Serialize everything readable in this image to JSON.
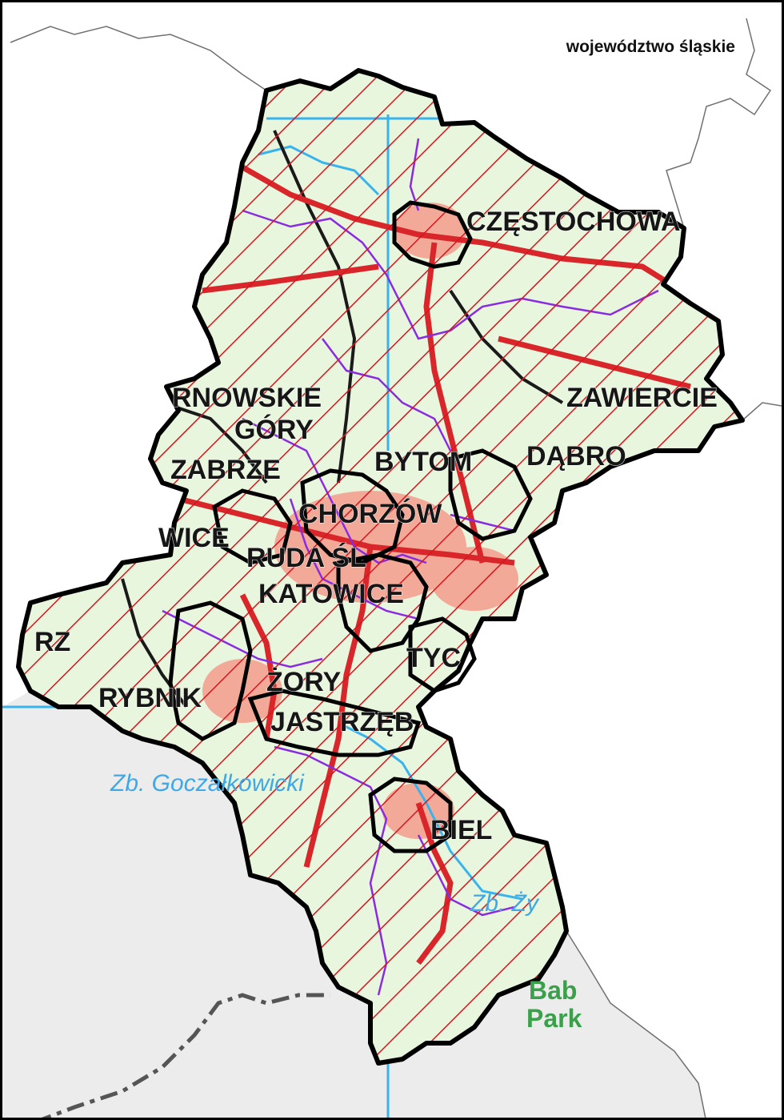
{
  "map": {
    "region_label": "województwo śląskie",
    "city_labels": [
      {
        "id": "czestochowa",
        "text": "CZĘSTOCHOWA"
      },
      {
        "id": "zawiercie",
        "text": "ZAWIERCIE"
      },
      {
        "id": "tarnowskie",
        "text": "RNOWSKIE"
      },
      {
        "id": "gory",
        "text": "GÓRY"
      },
      {
        "id": "zabrze",
        "text": "ZABRZE"
      },
      {
        "id": "bytom",
        "text": "BYTOM"
      },
      {
        "id": "dabrowa",
        "text": "DĄBRO"
      },
      {
        "id": "chorzow",
        "text": "CHORZÓW"
      },
      {
        "id": "gliwice",
        "text": "WICE"
      },
      {
        "id": "ruda",
        "text": "RUDA ŚL"
      },
      {
        "id": "katowice",
        "text": "KATOWICE"
      },
      {
        "id": "tychy",
        "text": "TYC"
      },
      {
        "id": "rybnik",
        "text": "RYBNIK"
      },
      {
        "id": "zory",
        "text": "ŻORY"
      },
      {
        "id": "jastrzebie",
        "text": "JASTRZĘB"
      },
      {
        "id": "bielsko",
        "text": "BIEL"
      },
      {
        "id": "raciborz",
        "text": "RZ"
      }
    ],
    "water_labels": [
      {
        "id": "goczalkowicki",
        "text": "Zb. Goczałkowicki"
      },
      {
        "id": "zywiecki",
        "text": "Zb. Ży"
      }
    ],
    "park_labels": [
      {
        "id": "babia",
        "line1": "Bab",
        "line2": "Park"
      }
    ],
    "colors": {
      "hatch": "#d9141e",
      "region_fill": "#e7f6dc",
      "outside_fill": "#ececec",
      "county_border": "#000000",
      "commune_border": "#8a2be2",
      "river": "#39b3ee",
      "road_red": "#d8262b",
      "road_black": "#1a1a1a",
      "urban": "#f3a997",
      "water_text": "#3fa9e8",
      "park_text": "#3aa14a"
    }
  }
}
